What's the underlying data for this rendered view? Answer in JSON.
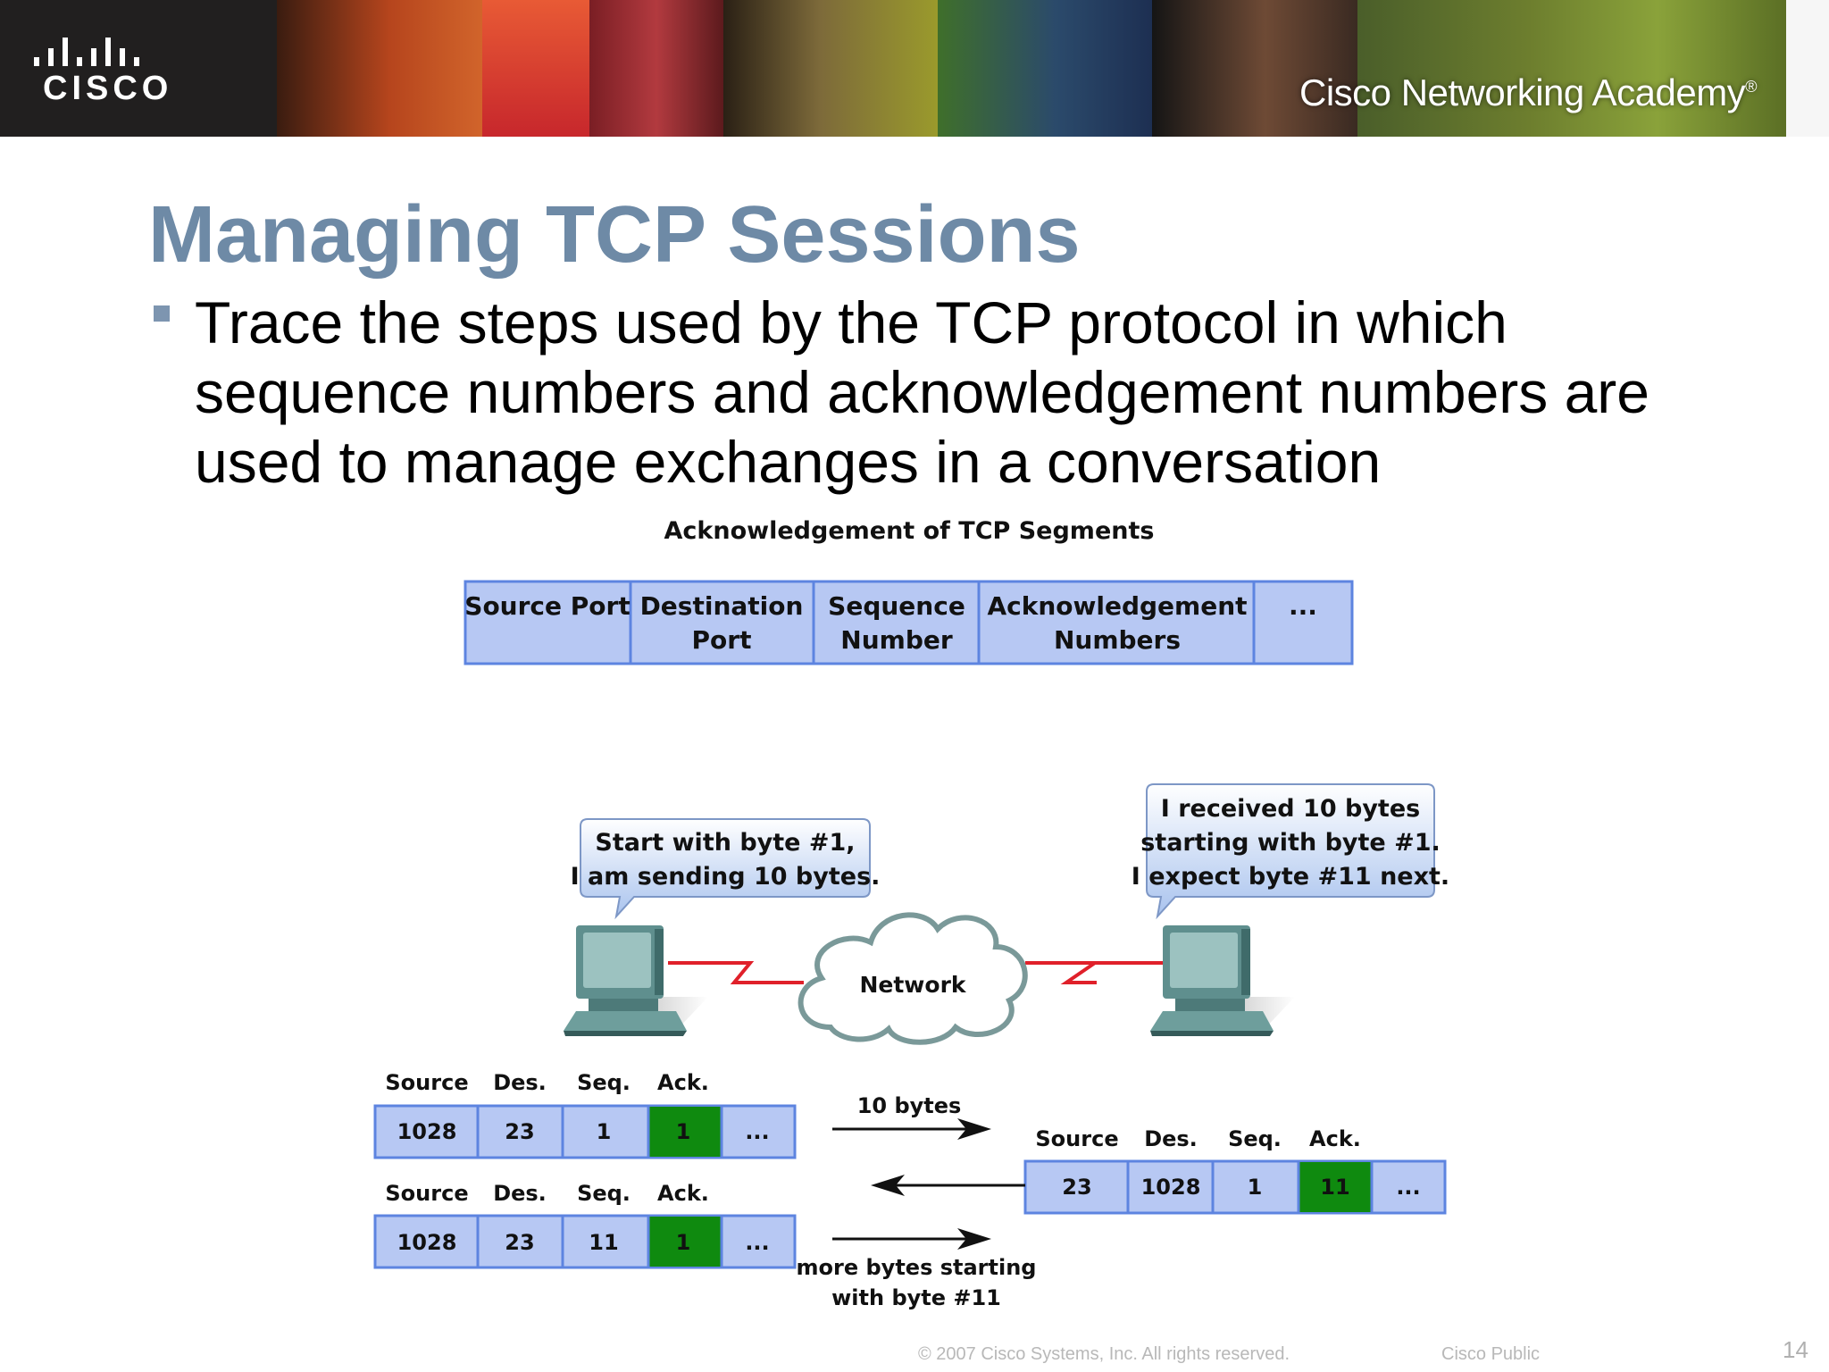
{
  "banner": {
    "logo_text": "CISCO",
    "academy_text": "Cisco Networking Academy",
    "academy_mark": "®"
  },
  "slide": {
    "title": "Managing TCP Sessions",
    "bullet": "Trace the steps used by the TCP protocol in which sequence numbers and acknowledgement numbers are used to manage exchanges in a conversation"
  },
  "diagram": {
    "title": "Acknowledgement of TCP Segments",
    "header_fields": [
      {
        "line1": "Source Port",
        "line2": ""
      },
      {
        "line1": "Destination",
        "line2": "Port"
      },
      {
        "line1": "Sequence",
        "line2": "Number"
      },
      {
        "line1": "Acknowledgement",
        "line2": "Numbers"
      },
      {
        "line1": "...",
        "line2": ""
      }
    ],
    "bubble_left": [
      "Start with byte #1,",
      "I am sending 10 bytes."
    ],
    "bubble_right": [
      "I received 10 bytes",
      "starting with byte #1.",
      "I expect byte #11 next."
    ],
    "network_label": "Network",
    "column_labels": [
      "Source",
      "Des.",
      "Seq.",
      "Ack."
    ],
    "segment1": [
      "1028",
      "23",
      "1",
      "1",
      "..."
    ],
    "segment2": [
      "1028",
      "23",
      "11",
      "1",
      "..."
    ],
    "segment_reply": [
      "23",
      "1028",
      "1",
      "11",
      "..."
    ],
    "arrow_top_label": "10 bytes",
    "arrow_bottom_label": [
      "more bytes starting",
      "with byte #11"
    ],
    "colors": {
      "field_fill": "#b7c8f3",
      "field_border": "#5d84e0",
      "ack_fill": "#0f8a0f",
      "link": "#e0202a",
      "cloud": "#7a9999",
      "computer": "#6e9e9c"
    }
  },
  "footer": {
    "copyright": "© 2007 Cisco Systems, Inc. All rights reserved.",
    "classification": "Cisco Public",
    "page": "14"
  }
}
